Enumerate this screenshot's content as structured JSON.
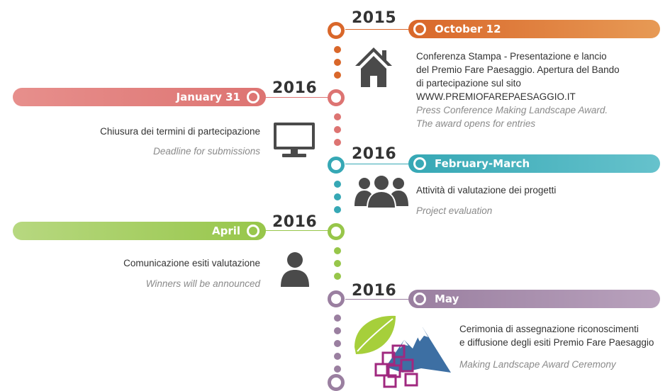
{
  "colors": {
    "orange": "#d9672a",
    "red": "#dd7472",
    "teal": "#36a8b5",
    "green": "#97c64a",
    "purple": "#9a7fa0",
    "text": "#333333",
    "italic": "#8a8a8a"
  },
  "events": [
    {
      "year": "2015",
      "date": "October 12",
      "lines": [
        "Conferenza Stampa - Presentazione e lancio",
        "del Premio Fare Paesaggio. Apertura del Bando",
        "di partecipazione sul sito WWW.PREMIOFAREPAESAGGIO.IT"
      ],
      "italic": [
        "Press Conference Making Landscape Award.",
        "The award opens for entries"
      ],
      "icon": "house-icon"
    },
    {
      "year": "2016",
      "date": "January 31",
      "lines": [
        "Chiusura dei termini di partecipazione"
      ],
      "italic": [
        "Deadline for submissions"
      ],
      "icon": "monitor-icon"
    },
    {
      "year": "2016",
      "date": "February-March",
      "lines": [
        "Attività di valutazione dei progetti"
      ],
      "italic": [
        "Project evaluation"
      ],
      "icon": "group-icon"
    },
    {
      "year": "2016",
      "date": "April",
      "lines": [
        "Comunicazione esiti valutazione"
      ],
      "italic": [
        "Winners will be announced"
      ],
      "icon": "person-icon"
    },
    {
      "year": "2016",
      "date": "May",
      "lines": [
        "Cerimonia di assegnazione riconoscimenti",
        "e diffusione degli esiti Premio Fare Paesaggio"
      ],
      "italic": [
        "Making Landscape Award Ceremony"
      ],
      "icon": "award-logo-icon"
    }
  ]
}
